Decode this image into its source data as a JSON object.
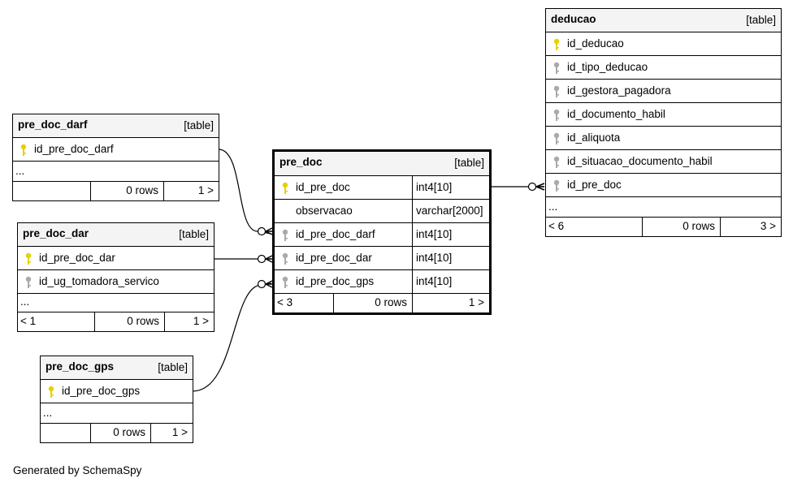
{
  "tables": {
    "deducao": {
      "name": "deducao",
      "tag": "[table]",
      "columns": [
        "id_deducao",
        "id_tipo_deducao",
        "id_gestora_pagadora",
        "id_documento_habil",
        "id_aliquota",
        "id_situacao_documento_habil",
        "id_pre_doc"
      ],
      "ellipsis": "...",
      "footer": [
        "< 6",
        "0 rows",
        "3 >"
      ]
    },
    "pre_doc_darf": {
      "name": "pre_doc_darf",
      "tag": "[table]",
      "columns": [
        "id_pre_doc_darf"
      ],
      "ellipsis": "...",
      "footer": [
        "",
        "0 rows",
        "1 >"
      ]
    },
    "pre_doc": {
      "name": "pre_doc",
      "tag": "[table]",
      "columns": [
        {
          "name": "id_pre_doc",
          "type": "int4[10]"
        },
        {
          "name": "observacao",
          "type": "varchar[2000]"
        },
        {
          "name": "id_pre_doc_darf",
          "type": "int4[10]"
        },
        {
          "name": "id_pre_doc_dar",
          "type": "int4[10]"
        },
        {
          "name": "id_pre_doc_gps",
          "type": "int4[10]"
        }
      ],
      "footer": [
        "< 3",
        "0 rows",
        "1 >"
      ]
    },
    "pre_doc_dar": {
      "name": "pre_doc_dar",
      "tag": "[table]",
      "columns": [
        "id_pre_doc_dar",
        "id_ug_tomadora_servico"
      ],
      "ellipsis": "...",
      "footer": [
        "< 1",
        "0 rows",
        "1 >"
      ]
    },
    "pre_doc_gps": {
      "name": "pre_doc_gps",
      "tag": "[table]",
      "columns": [
        "id_pre_doc_gps"
      ],
      "ellipsis": "...",
      "footer": [
        "",
        "0 rows",
        "1 >"
      ]
    }
  },
  "colors": {
    "primary_key": "#e8d000",
    "foreign_key": "#aaaaaa",
    "header_bg": "#f4f4f4"
  },
  "footer": "Generated by SchemaSpy"
}
